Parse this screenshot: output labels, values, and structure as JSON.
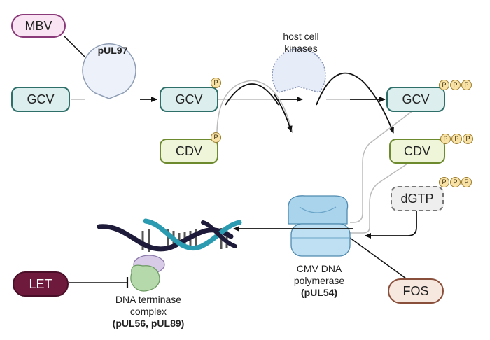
{
  "nodes": {
    "mbv": "MBV",
    "gcv_start": "GCV",
    "gcv_mono": "GCV",
    "cdv_mono": "CDV",
    "gcv_tri": "GCV",
    "cdv_tri": "CDV",
    "dgtp": "dGTP",
    "let": "LET",
    "fos": "FOS"
  },
  "phosphate_symbol": "P",
  "labels": {
    "pul97": "pUL97",
    "host_kinases_line1": "host cell",
    "host_kinases_line2": "kinases",
    "polymerase_line1": "CMV DNA",
    "polymerase_line2": "polymerase",
    "polymerase_protein": "(pUL54)",
    "terminase_line1": "DNA terminase",
    "terminase_line2": "complex",
    "terminase_protein": "(pUL56, pUL89)"
  },
  "colors": {
    "teal_border": "#2f6f6a",
    "teal_fill": "#dcefee",
    "olive_border": "#6d8a2e",
    "olive_fill": "#eef5d8",
    "kinase_fill": "#e6ecf8",
    "phosphate_fill": "#f8e2a6",
    "let_fill": "#6e1a3c",
    "fos_fill": "#f6e7df",
    "mbv_fill": "#f8e4f3",
    "dna_dark": "#1e1b3a",
    "dna_teal": "#2a9bb0"
  }
}
